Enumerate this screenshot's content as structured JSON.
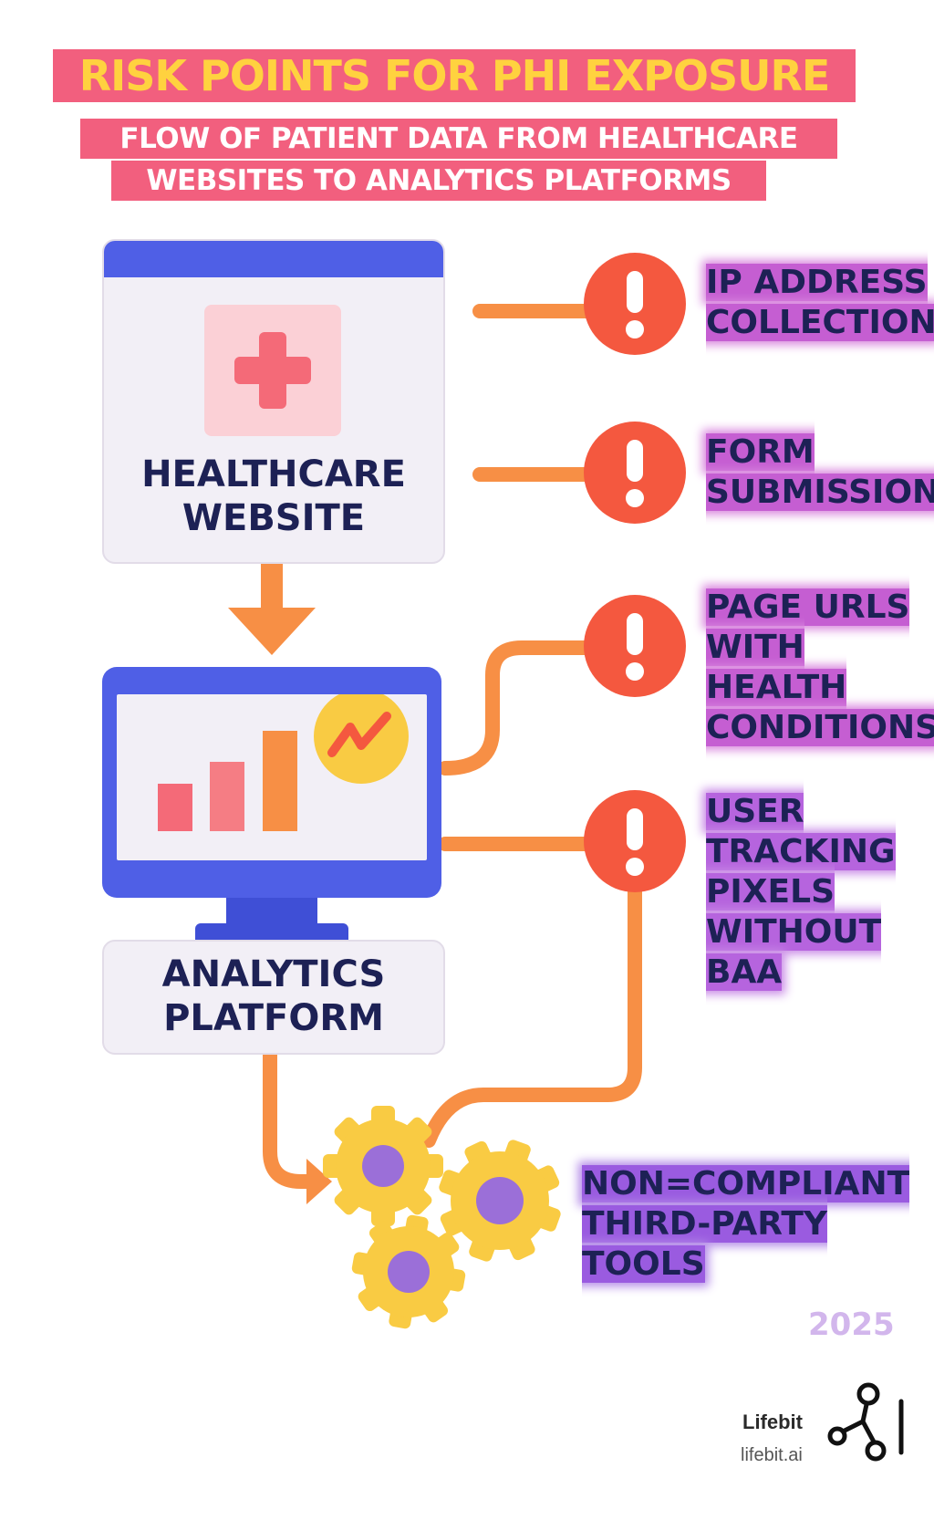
{
  "header": {
    "title": "RISK POINTS FOR PHI EXPOSURE",
    "subtitle_line1": "FLOW OF PATIENT DATA FROM HEALTHCARE",
    "subtitle_line2": "WEBSITES TO ANALYTICS PLATFORMS"
  },
  "nodes": {
    "website": "HEALTHCARE WEBSITE",
    "analytics": "ANALYTICS PLATFORM"
  },
  "risks": [
    "IP ADDRESS COLLECTION",
    "FORM SUBMISSIONS",
    "PAGE URLS WITH HEALTH CONDITIONS",
    "USER TRACKING PIXELS WITHOUT BAA"
  ],
  "tools_label": "NON=COMPLIANT THIRD-PARTY TOOLS",
  "year": "2025",
  "brand": {
    "name": "Lifebit",
    "url": "lifebit.ai"
  },
  "icons": [
    "medical-cross-icon",
    "exclamation-icon",
    "bar-chart-icon",
    "trend-icon",
    "gear-icon",
    "lifebit-logo-icon"
  ],
  "colors": {
    "title_bg": "#f25f7e",
    "title_text": "#ffd23f",
    "primary_blue": "#4f5fe6",
    "connector_orange": "#f78f45",
    "alert_red": "#f4583f",
    "gear_yellow": "#f9cb43",
    "gear_center": "#9b6fd8",
    "text_navy": "#1d2155"
  }
}
